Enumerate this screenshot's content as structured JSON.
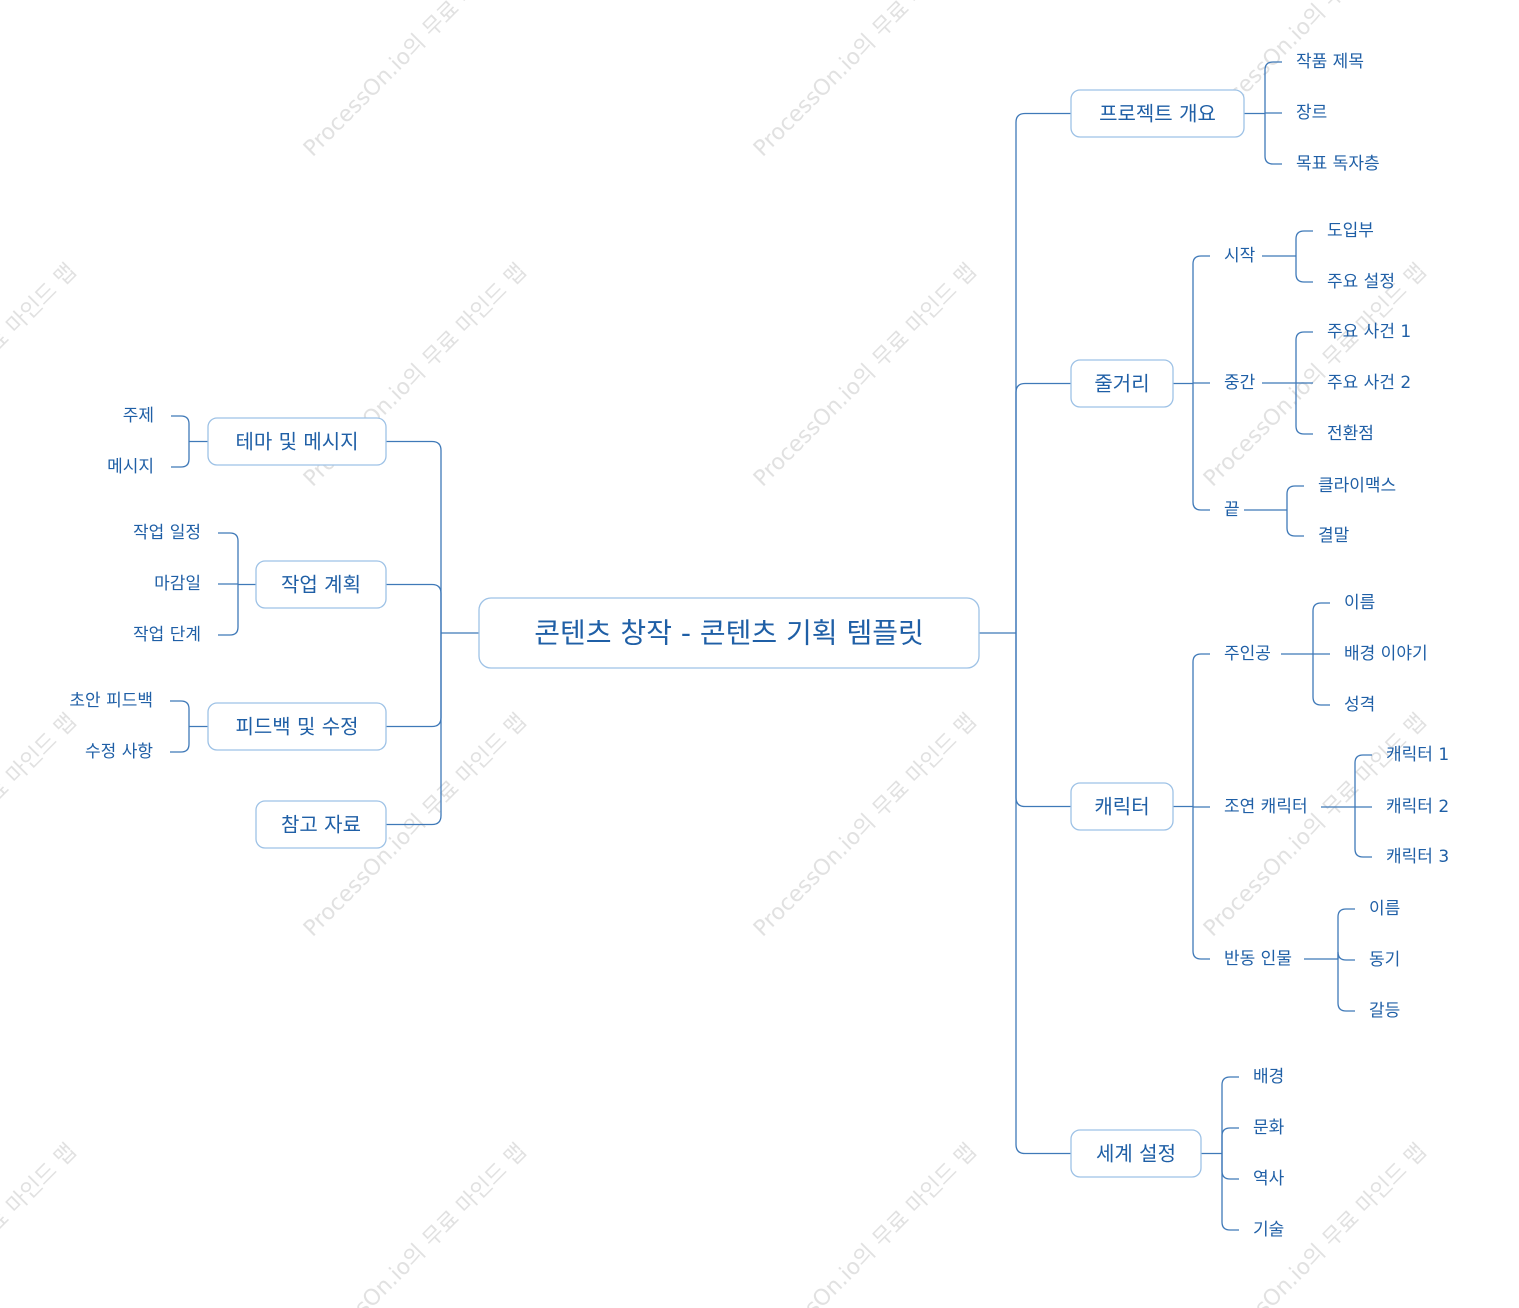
{
  "watermark": [
    "ProcessOn.io의 무료 마인드 맵"
  ],
  "root": "콘텐츠 창작 - 콘텐츠 기획 템플릿",
  "left": [
    {
      "label": "테마 및 메시지",
      "children": [
        "주제",
        "메시지"
      ]
    },
    {
      "label": "작업 계획",
      "children": [
        "작업 일정",
        "마감일",
        "작업 단계"
      ]
    },
    {
      "label": "피드백 및 수정",
      "children": [
        "초안 피드백",
        "수정 사항"
      ]
    },
    {
      "label": "참고 자료",
      "children": []
    }
  ],
  "right": [
    {
      "label": "프로젝트 개요",
      "children": [
        {
          "label": "작품 제목"
        },
        {
          "label": "장르"
        },
        {
          "label": "목표 독자층"
        }
      ]
    },
    {
      "label": "줄거리",
      "children": [
        {
          "label": "시작",
          "children": [
            "도입부",
            "주요 설정"
          ]
        },
        {
          "label": "중간",
          "children": [
            "주요 사건 1",
            "주요 사건 2",
            "전환점"
          ]
        },
        {
          "label": "끝",
          "children": [
            "클라이맥스",
            "결말"
          ]
        }
      ]
    },
    {
      "label": "캐릭터",
      "children": [
        {
          "label": "주인공",
          "children": [
            "이름",
            "배경 이야기",
            "성격"
          ]
        },
        {
          "label": "조연 캐릭터",
          "children": [
            "캐릭터 1",
            "캐릭터 2",
            "캐릭터 3"
          ]
        },
        {
          "label": "반동 인물",
          "children": [
            "이름",
            "동기",
            "갈등"
          ]
        }
      ]
    },
    {
      "label": "세계 설정",
      "children": [
        {
          "label": "배경"
        },
        {
          "label": "문화"
        },
        {
          "label": "역사"
        },
        {
          "label": "기술"
        }
      ]
    }
  ]
}
